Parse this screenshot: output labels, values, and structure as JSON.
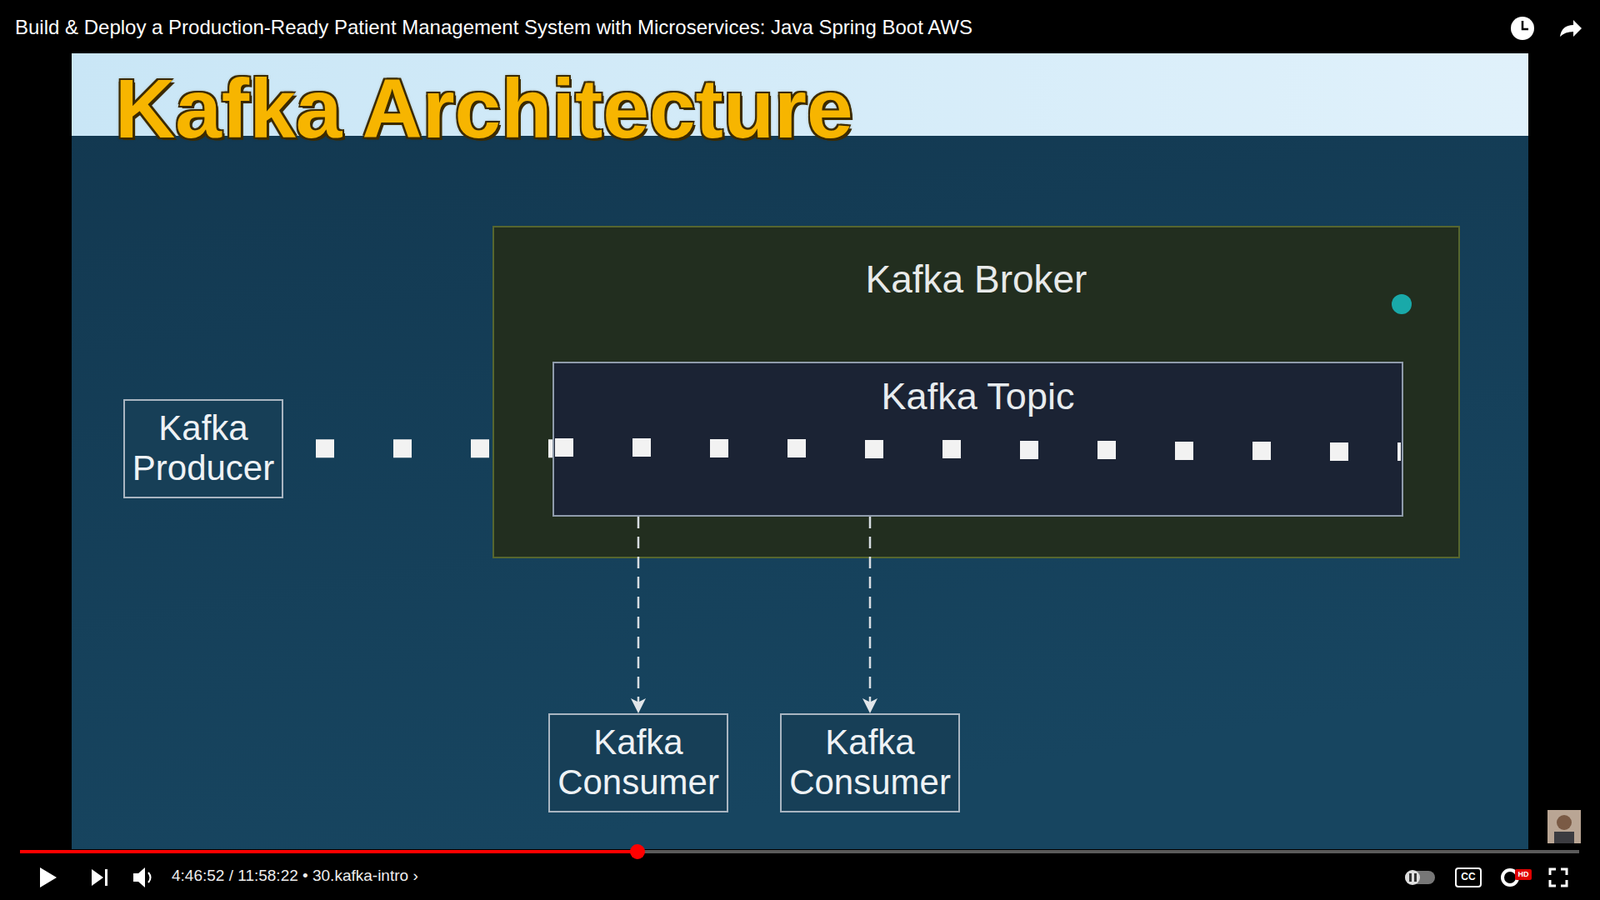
{
  "diagram": {
    "title": "Kafka Architecture",
    "nodes": [
      {
        "text": [
          "Kafka Producer"
        ]
      },
      {
        "text": [
          "Kafka Broker"
        ]
      },
      {
        "text": [
          "Kafka Topic"
        ],
        "in": 1
      },
      {
        "text": [
          "Kafka Consumer"
        ]
      },
      {
        "text": [
          "Kafka Consumer"
        ]
      }
    ],
    "edges": [
      {
        "from": 0,
        "to": 2,
        "arrow": "none"
      },
      {
        "from": 2,
        "to": 3,
        "arrow": "to"
      },
      {
        "from": 2,
        "to": 4,
        "arrow": "to"
      }
    ],
    "labels": [
      "Build & Deploy a Production-Ready Patient Management System with Microservices: Java Spring Boot AWS",
      "4:46:52 / 11:58:22 • 30.kafka-intro ›",
      "CC",
      "HD"
    ]
  }
}
